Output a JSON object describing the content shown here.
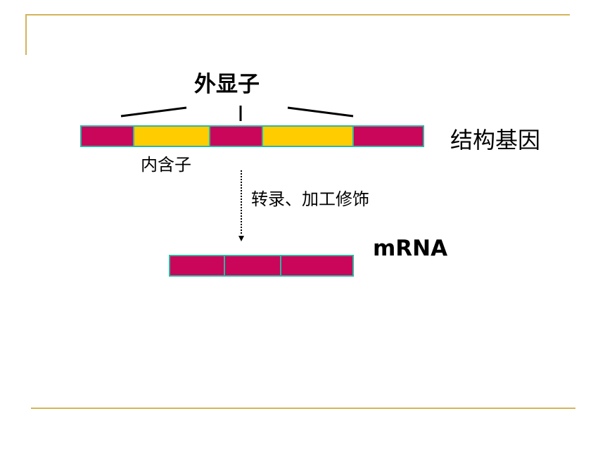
{
  "labels": {
    "exon": "外显子",
    "structural_gene": "结构基因",
    "intron": "内含子",
    "process": "转录、加工修饰",
    "mrna": "mRNA"
  },
  "colors": {
    "exon": "#c9065a",
    "intron": "#ffcc00",
    "border": "#2fb6a2",
    "rule": "#d4b35a"
  },
  "gene_segments": [
    "exon",
    "intron",
    "exon",
    "intron",
    "exon"
  ],
  "mrna_segments": [
    "exon",
    "exon",
    "exon"
  ]
}
